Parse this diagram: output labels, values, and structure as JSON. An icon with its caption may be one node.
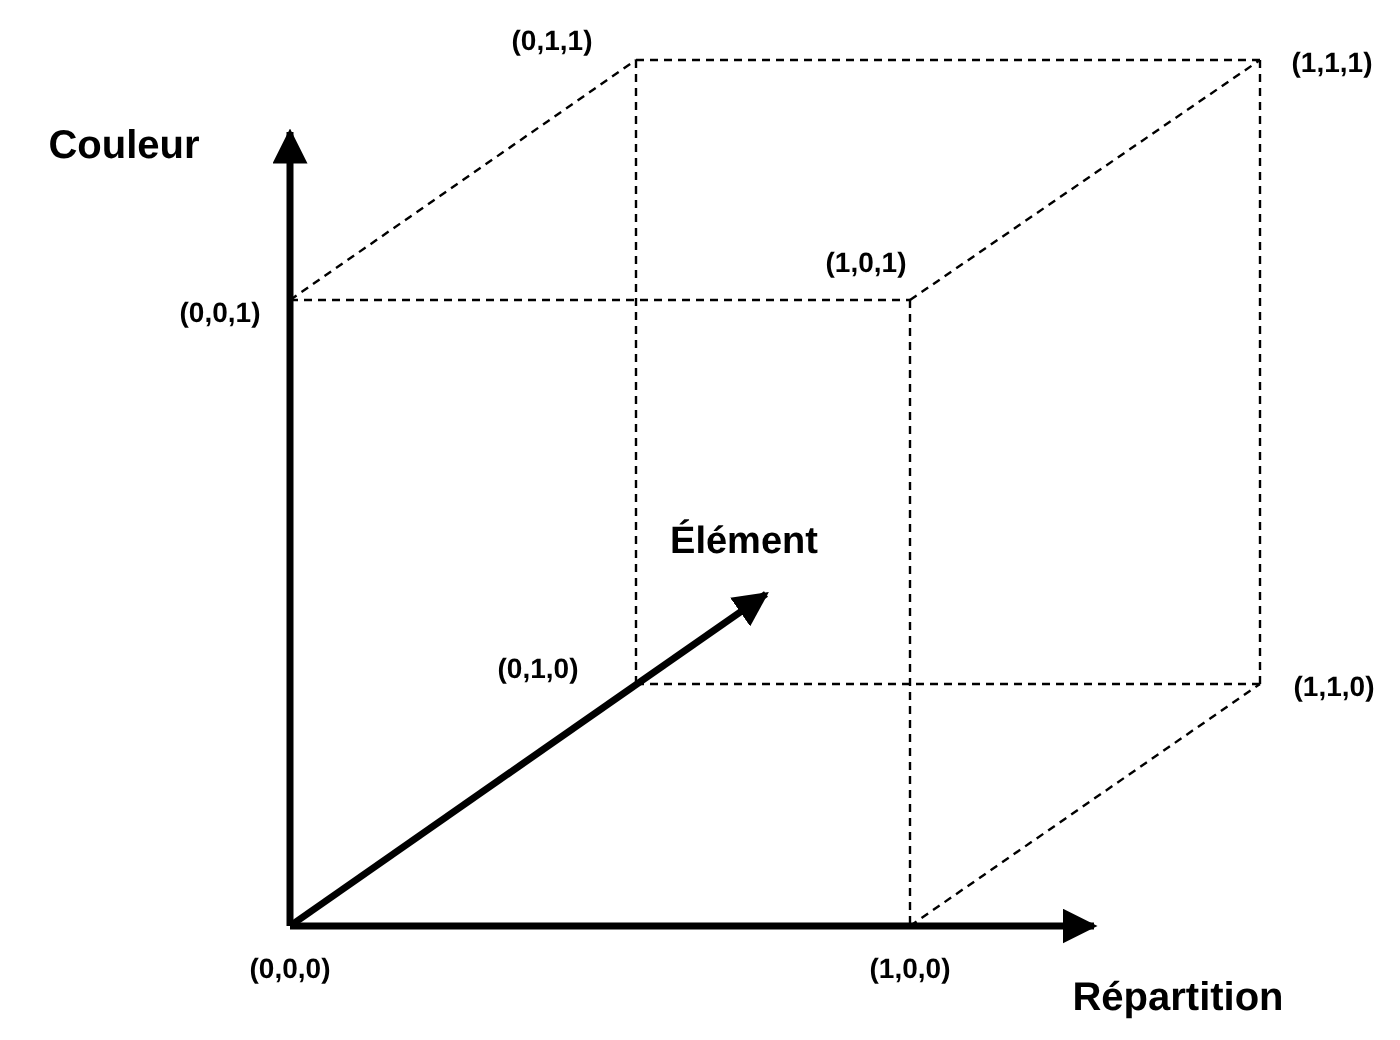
{
  "diagram": {
    "labels": [
      "(0,1,1)",
      "(1,1,1)",
      "Couleur",
      "(1,0,1)",
      "(0,0,1)",
      "Élément",
      "(0,1,0)",
      "(1,1,0)",
      "(0,0,0)",
      "(1,0,0)",
      "Répartition"
    ]
  }
}
